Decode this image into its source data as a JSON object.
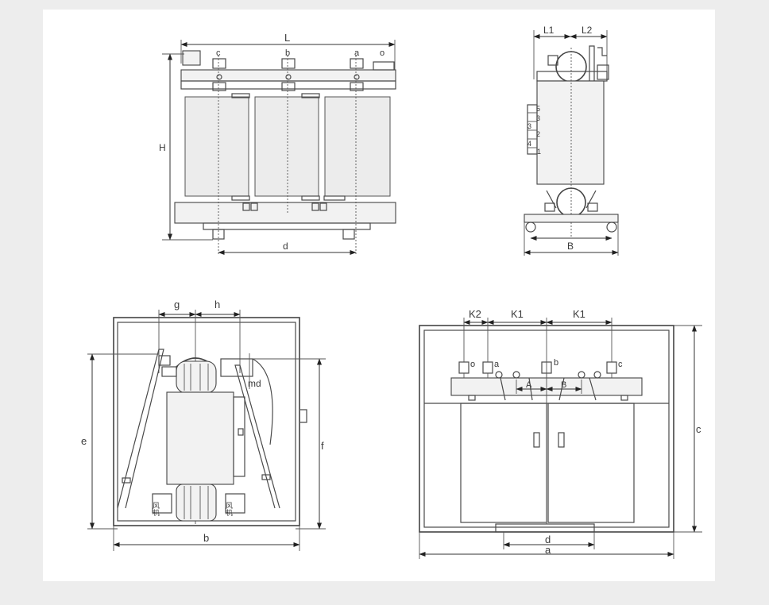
{
  "labels": {
    "front": {
      "L": "L",
      "H": "H",
      "d": "d",
      "c": "c",
      "b": "b",
      "a": "a",
      "o": "o"
    },
    "side": {
      "L1": "L1",
      "L2": "L2",
      "B": "B",
      "taps": [
        "5",
        "3",
        "3",
        "2",
        "4",
        "1"
      ]
    },
    "enclosure_side": {
      "g": "g",
      "h": "h",
      "md": "md",
      "e": "e",
      "f": "f",
      "b": "b",
      "fan": "风机"
    },
    "enclosure_front": {
      "K2": "K2",
      "K1a": "K1",
      "K1b": "K1",
      "o": "o",
      "a": "a",
      "b": "b",
      "c": "c",
      "A": "A",
      "B": "B",
      "c_height": "c",
      "d": "d",
      "a_width": "a"
    }
  },
  "colors": {
    "page": "#ededed",
    "sheet": "#ffffff",
    "line": "#444444"
  }
}
